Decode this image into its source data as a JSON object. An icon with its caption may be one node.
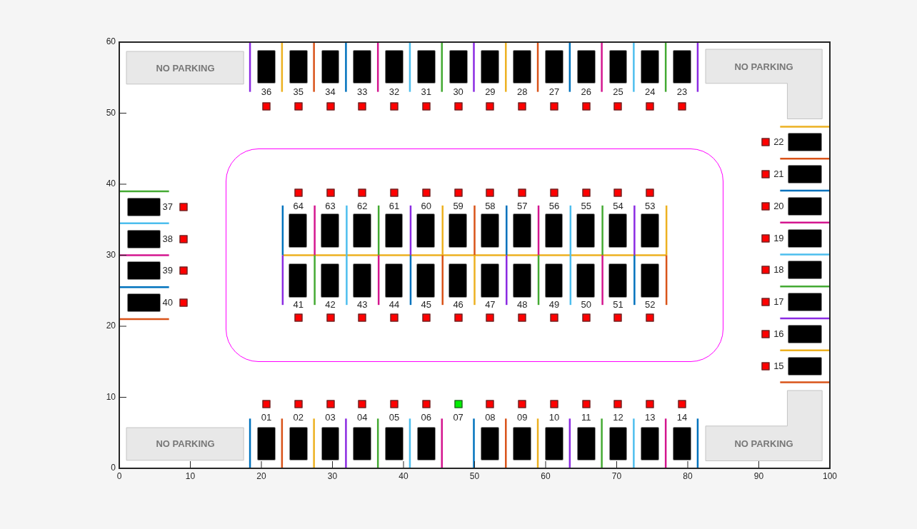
{
  "diagram": {
    "nodes": [
      {
        "text": [
          "NO PARKING"
        ]
      },
      {
        "text": [
          "NO PARKING"
        ]
      },
      {
        "text": [
          "NO PARKING"
        ]
      },
      {
        "text": [
          "NO PARKING"
        ]
      },
      {
        "text": [],
        "shape": "box"
      },
      {
        "text": [],
        "shape": "box",
        "beside": [
          "01"
        ]
      },
      {
        "text": [],
        "shape": "box",
        "beside": [
          "02"
        ]
      },
      {
        "text": [],
        "shape": "box",
        "beside": [
          "03"
        ]
      },
      {
        "text": [],
        "shape": "box",
        "beside": [
          "04"
        ]
      },
      {
        "text": [],
        "shape": "box",
        "beside": [
          "05"
        ]
      },
      {
        "text": [],
        "shape": "box",
        "beside": [
          "06"
        ]
      },
      {
        "text": [],
        "shape": "box",
        "beside": [
          "08"
        ]
      },
      {
        "text": [],
        "shape": "box",
        "beside": [
          "09"
        ]
      },
      {
        "text": [],
        "shape": "box",
        "beside": [
          "10"
        ]
      },
      {
        "text": [],
        "shape": "box",
        "beside": [
          "11"
        ]
      },
      {
        "text": [],
        "shape": "box",
        "beside": [
          "12"
        ]
      },
      {
        "text": [],
        "shape": "box",
        "beside": [
          "13"
        ]
      },
      {
        "text": [],
        "shape": "box",
        "beside": [
          "14"
        ]
      },
      {
        "text": [],
        "shape": "box",
        "beside": [
          "15"
        ]
      },
      {
        "text": [],
        "shape": "box",
        "beside": [
          "16"
        ]
      },
      {
        "text": [],
        "shape": "box",
        "beside": [
          "17"
        ]
      },
      {
        "text": [],
        "shape": "box",
        "beside": [
          "18"
        ]
      },
      {
        "text": [],
        "shape": "box",
        "beside": [
          "19"
        ]
      },
      {
        "text": [],
        "shape": "box",
        "beside": [
          "20"
        ]
      },
      {
        "text": [],
        "shape": "box",
        "beside": [
          "21"
        ]
      },
      {
        "text": [],
        "shape": "box",
        "beside": [
          "22"
        ]
      },
      {
        "text": [],
        "shape": "box",
        "beside": [
          "23"
        ]
      },
      {
        "text": [],
        "shape": "box",
        "beside": [
          "24"
        ]
      },
      {
        "text": [],
        "shape": "box",
        "beside": [
          "25"
        ]
      },
      {
        "text": [],
        "shape": "box",
        "beside": [
          "26"
        ]
      },
      {
        "text": [],
        "shape": "box",
        "beside": [
          "27"
        ]
      },
      {
        "text": [],
        "shape": "box",
        "beside": [
          "28"
        ]
      },
      {
        "text": [],
        "shape": "box",
        "beside": [
          "29"
        ]
      },
      {
        "text": [],
        "shape": "box",
        "beside": [
          "30"
        ]
      },
      {
        "text": [],
        "shape": "box",
        "beside": [
          "31"
        ]
      },
      {
        "text": [],
        "shape": "box",
        "beside": [
          "32"
        ]
      },
      {
        "text": [],
        "shape": "box",
        "beside": [
          "33"
        ]
      },
      {
        "text": [],
        "shape": "box",
        "beside": [
          "34"
        ]
      },
      {
        "text": [],
        "shape": "box",
        "beside": [
          "35"
        ]
      },
      {
        "text": [],
        "shape": "box",
        "beside": [
          "36"
        ]
      },
      {
        "text": [],
        "shape": "box",
        "beside": [
          "37"
        ]
      },
      {
        "text": [],
        "shape": "box",
        "beside": [
          "38"
        ]
      },
      {
        "text": [],
        "shape": "box",
        "beside": [
          "39"
        ]
      },
      {
        "text": [],
        "shape": "box",
        "beside": [
          "40"
        ]
      },
      {
        "text": [],
        "shape": "box",
        "beside": [
          "41"
        ],
        "in": 4
      },
      {
        "text": [],
        "shape": "box",
        "beside": [
          "42"
        ],
        "in": 4
      },
      {
        "text": [],
        "shape": "box",
        "beside": [
          "43"
        ],
        "in": 4
      },
      {
        "text": [],
        "shape": "box",
        "beside": [
          "44"
        ],
        "in": 4
      },
      {
        "text": [],
        "shape": "box",
        "beside": [
          "45"
        ],
        "in": 4
      },
      {
        "text": [],
        "shape": "box",
        "beside": [
          "46"
        ],
        "in": 4
      },
      {
        "text": [],
        "shape": "box",
        "beside": [
          "47"
        ],
        "in": 4
      },
      {
        "text": [],
        "shape": "box",
        "beside": [
          "48"
        ],
        "in": 4
      },
      {
        "text": [],
        "shape": "box",
        "beside": [
          "49"
        ],
        "in": 4
      },
      {
        "text": [],
        "shape": "box",
        "beside": [
          "50"
        ],
        "in": 4
      },
      {
        "text": [],
        "shape": "box",
        "beside": [
          "51"
        ],
        "in": 4
      },
      {
        "text": [],
        "shape": "box",
        "beside": [
          "52"
        ],
        "in": 4
      },
      {
        "text": [],
        "shape": "box",
        "beside": [
          "53"
        ],
        "in": 4
      },
      {
        "text": [],
        "shape": "box",
        "beside": [
          "54"
        ],
        "in": 4
      },
      {
        "text": [],
        "shape": "box",
        "beside": [
          "55"
        ],
        "in": 4
      },
      {
        "text": [],
        "shape": "box",
        "beside": [
          "56"
        ],
        "in": 4
      },
      {
        "text": [],
        "shape": "box",
        "beside": [
          "57"
        ],
        "in": 4
      },
      {
        "text": [],
        "shape": "box",
        "beside": [
          "58"
        ],
        "in": 4
      },
      {
        "text": [],
        "shape": "box",
        "beside": [
          "59"
        ],
        "in": 4
      },
      {
        "text": [],
        "shape": "box",
        "beside": [
          "60"
        ],
        "in": 4
      },
      {
        "text": [],
        "shape": "box",
        "beside": [
          "61"
        ],
        "in": 4
      },
      {
        "text": [],
        "shape": "box",
        "beside": [
          "62"
        ],
        "in": 4
      },
      {
        "text": [],
        "shape": "box",
        "beside": [
          "63"
        ],
        "in": 4
      },
      {
        "text": [],
        "shape": "box",
        "beside": [
          "64"
        ],
        "in": 4
      }
    ],
    "labels": [
      "07",
      "0",
      "10",
      "20",
      "30",
      "40",
      "50",
      "60",
      "70",
      "80",
      "90",
      "100",
      "0",
      "10",
      "20",
      "30",
      "40",
      "50",
      "60"
    ]
  }
}
